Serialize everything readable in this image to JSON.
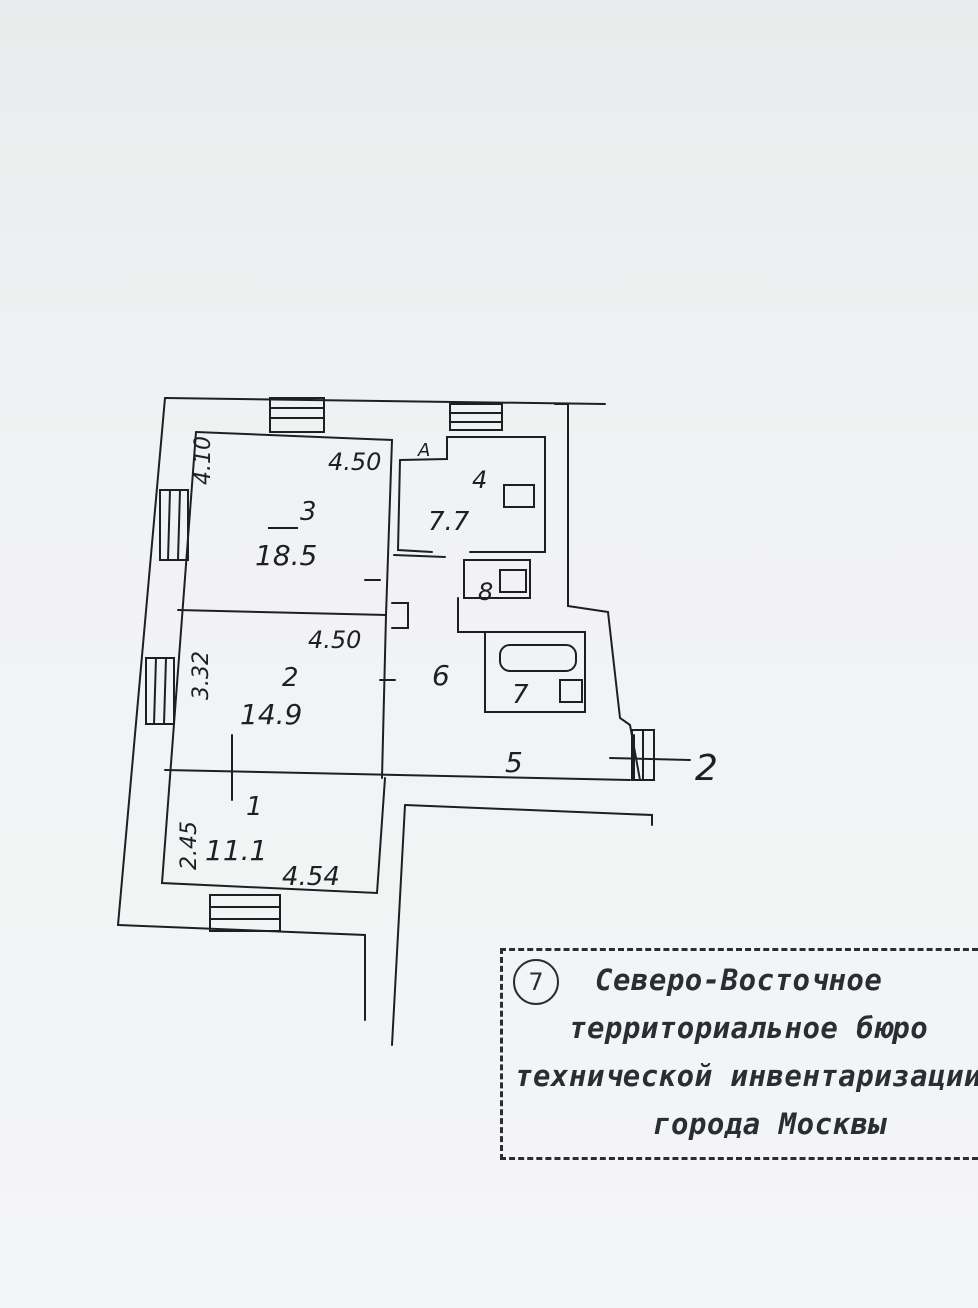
{
  "plan": {
    "rooms": [
      {
        "number": "1",
        "area": "11.1"
      },
      {
        "number": "2",
        "area": "14.9"
      },
      {
        "number": "3",
        "area": "18.5"
      },
      {
        "number": "4",
        "area": "7.7"
      },
      {
        "number": "5",
        "area": ""
      },
      {
        "number": "6",
        "area": ""
      },
      {
        "number": "7",
        "area": ""
      },
      {
        "number": "8",
        "area": ""
      }
    ],
    "dimensions": {
      "room3_width": "4.50",
      "room3_depth": "4.10",
      "room2_width": "4.50",
      "room2_depth": "3.32",
      "room1_width": "4.54",
      "room1_depth": "2.45"
    },
    "marker_a": "A",
    "section_label": "2",
    "wall_color": "#1c1f24",
    "paper_color": "#f2f3f4"
  },
  "stamp": {
    "number": "7",
    "lines": [
      "Северо-Восточное",
      "территориальное бюро",
      "технической инвентаризации",
      "города Москвы"
    ],
    "ink_color": "#2a2d33"
  }
}
